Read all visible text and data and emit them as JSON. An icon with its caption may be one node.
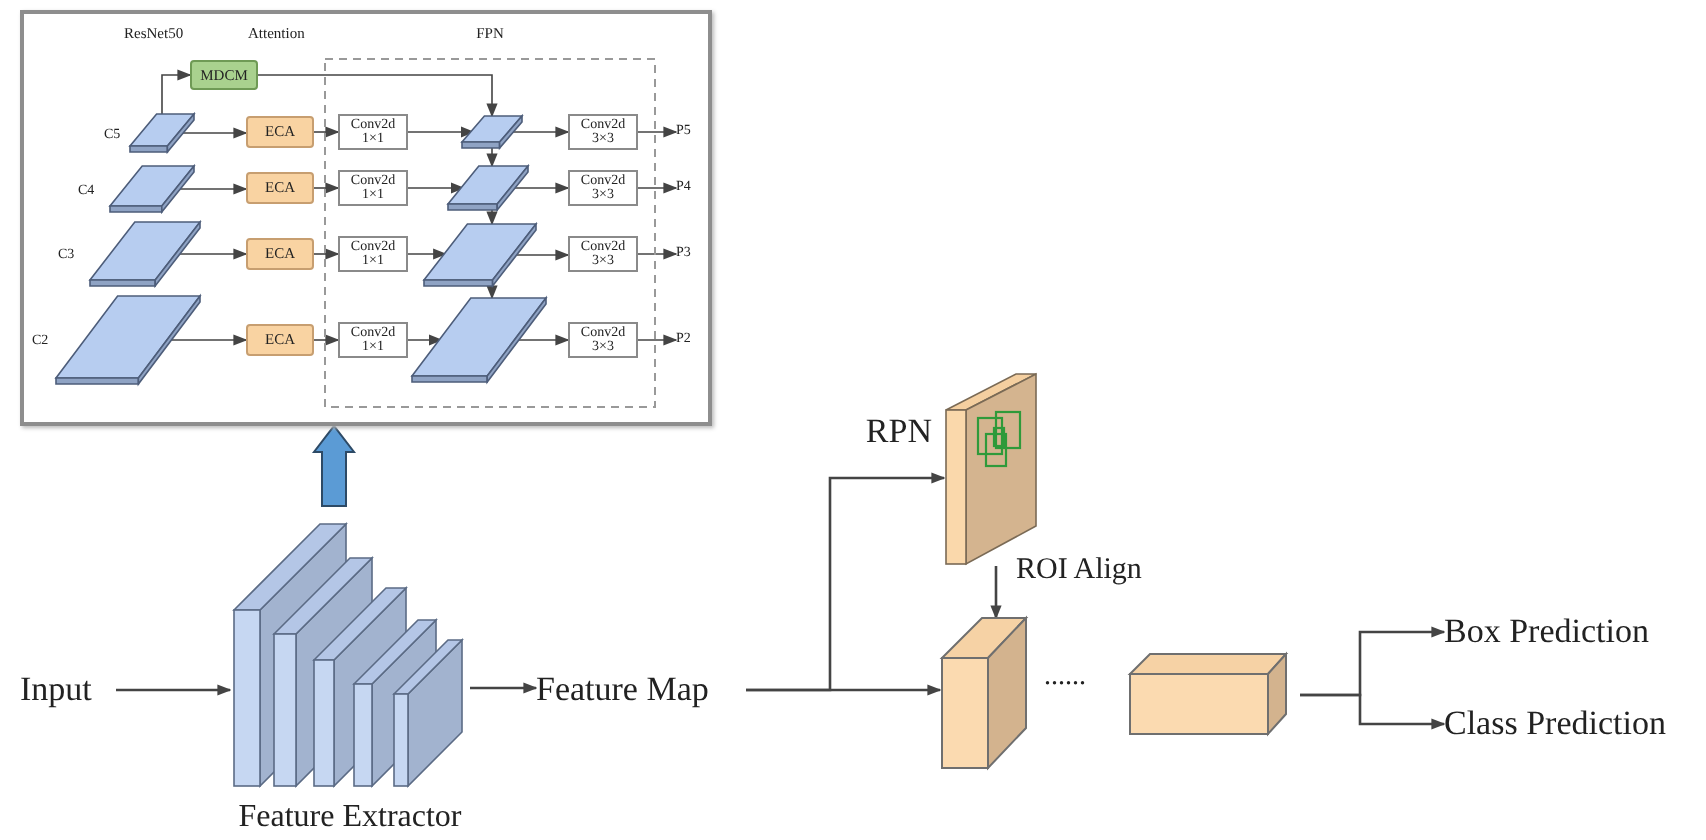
{
  "diagram": {
    "nodes": [
      {
        "text": [],
        "shape": "box"
      },
      {
        "text": [
          "FPN"
        ],
        "in": 0
      },
      {
        "text": [
          "C5"
        ],
        "in": 0
      },
      {
        "text": [
          "C4"
        ],
        "in": 0
      },
      {
        "text": [
          "C3"
        ],
        "in": 0
      },
      {
        "text": [
          "C2"
        ],
        "in": 0
      },
      {
        "text": [
          "MDCM"
        ],
        "in": 0
      },
      {
        "text": [
          "ECA"
        ],
        "in": 0
      },
      {
        "text": [
          "ECA"
        ],
        "in": 0
      },
      {
        "text": [
          "ECA"
        ],
        "in": 0
      },
      {
        "text": [
          "ECA"
        ],
        "in": 0
      },
      {
        "text": [
          "Conv2d 1×1"
        ],
        "in": 1
      },
      {
        "text": [
          "Conv2d 1×1"
        ],
        "in": 1
      },
      {
        "text": [
          "Conv2d 1×1"
        ],
        "in": 1
      },
      {
        "text": [
          "Conv2d 1×1"
        ],
        "in": 1
      },
      {
        "text": [],
        "shape": "parallelogram",
        "in": 1
      },
      {
        "text": [],
        "shape": "parallelogram",
        "in": 1
      },
      {
        "text": [],
        "shape": "parallelogram",
        "in": 1
      },
      {
        "text": [],
        "shape": "parallelogram",
        "in": 1
      },
      {
        "text": [
          "Conv2d 3×3"
        ],
        "in": 1
      },
      {
        "text": [
          "Conv2d 3×3"
        ],
        "in": 1
      },
      {
        "text": [
          "Conv2d 3×3"
        ],
        "in": 1
      },
      {
        "text": [
          "Conv2d 3×3"
        ],
        "in": 1
      },
      {
        "text": [
          "P5"
        ],
        "in": 0
      },
      {
        "text": [
          "P4"
        ],
        "in": 0
      },
      {
        "text": [
          "P3"
        ],
        "in": 0
      },
      {
        "text": [
          "P2"
        ],
        "in": 0
      },
      {
        "text": [
          "Input"
        ]
      },
      {
        "text": [
          "Feature Extractor"
        ]
      },
      {
        "text": [
          "Feature Map"
        ]
      },
      {
        "text": [
          "RPN"
        ]
      },
      {
        "text": [],
        "shape": "box"
      },
      {
        "text": [],
        "shape": "box"
      },
      {
        "text": [
          "Box Prediction"
        ]
      },
      {
        "text": [
          "Class Prediction"
        ]
      }
    ],
    "edges": [
      {
        "from": 2,
        "to": 6,
        "arrow": "to"
      },
      {
        "from": 6,
        "to": 15,
        "arrow": "to"
      },
      {
        "from": 2,
        "to": 7,
        "arrow": "to"
      },
      {
        "from": 7,
        "to": 11,
        "arrow": "to"
      },
      {
        "from": 11,
        "to": 15,
        "arrow": "to"
      },
      {
        "from": 15,
        "to": 19,
        "arrow": "to"
      },
      {
        "from": 19,
        "to": 23,
        "arrow": "to"
      },
      {
        "from": 3,
        "to": 8,
        "arrow": "to"
      },
      {
        "from": 8,
        "to": 12,
        "arrow": "to"
      },
      {
        "from": 12,
        "to": 16,
        "arrow": "to"
      },
      {
        "from": 16,
        "to": 20,
        "arrow": "to"
      },
      {
        "from": 20,
        "to": 24,
        "arrow": "to"
      },
      {
        "from": 4,
        "to": 9,
        "arrow": "to"
      },
      {
        "from": 9,
        "to": 13,
        "arrow": "to"
      },
      {
        "from": 13,
        "to": 17,
        "arrow": "to"
      },
      {
        "from": 17,
        "to": 21,
        "arrow": "to"
      },
      {
        "from": 21,
        "to": 25,
        "arrow": "to"
      },
      {
        "from": 5,
        "to": 10,
        "arrow": "to"
      },
      {
        "from": 10,
        "to": 14,
        "arrow": "to"
      },
      {
        "from": 14,
        "to": 18,
        "arrow": "to"
      },
      {
        "from": 18,
        "to": 22,
        "arrow": "to"
      },
      {
        "from": 22,
        "to": 26,
        "arrow": "to"
      },
      {
        "from": 15,
        "to": 16,
        "arrow": "to"
      },
      {
        "from": 16,
        "to": 17,
        "arrow": "to"
      },
      {
        "from": 17,
        "to": 18,
        "arrow": "to"
      },
      {
        "from": 27,
        "to": 28,
        "arrow": "to"
      },
      {
        "from": 28,
        "to": 29,
        "arrow": "to"
      },
      {
        "from": 29,
        "to": 30,
        "arrow": "to"
      },
      {
        "from": 29,
        "to": 31,
        "arrow": "to"
      },
      {
        "from": 30,
        "to": 31,
        "arrow": "to",
        "label": "ROI Align"
      },
      {
        "from": 32,
        "to": 33,
        "arrow": "to"
      },
      {
        "from": 32,
        "to": 34,
        "arrow": "to"
      },
      {
        "from": 28,
        "to": 0,
        "arrow": "to",
        "style": "thick",
        "color": "#5b9bd5"
      }
    ],
    "labels": [
      "ResNet50",
      "Attention",
      "......"
    ]
  }
}
